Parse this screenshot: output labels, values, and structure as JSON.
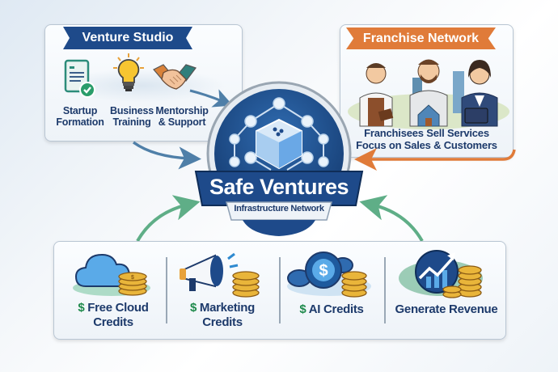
{
  "center": {
    "title": "Safe Ventures",
    "subtitle": "Infrastructure Network",
    "icon": "network-cube-icon",
    "color": "#1f4f8c"
  },
  "venture_studio": {
    "title": "Venture Studio",
    "banner_color": "#1e4a8a",
    "items": [
      {
        "icon": "document-check-icon",
        "label_line1": "Startup",
        "label_line2": "Formation"
      },
      {
        "icon": "lightbulb-icon",
        "label_line1": "Business",
        "label_line2": "Training"
      },
      {
        "icon": "handshake-icon",
        "label_line1": "Mentorship",
        "label_line2": "& Support"
      }
    ]
  },
  "franchise_network": {
    "title": "Franchise Network",
    "banner_color": "#e07b39",
    "illustration": "franchisees-people-icon",
    "caption_line1": "Franchisees Sell Services",
    "caption_line2": "Focus on Sales & Customers"
  },
  "resources": {
    "items": [
      {
        "icon": "cloud-coins-icon",
        "currency": "$",
        "label_line1": "Free Cloud",
        "label_line2": "Credits"
      },
      {
        "icon": "megaphone-coins-icon",
        "currency": "$",
        "label_line1": "Marketing",
        "label_line2": "Credits"
      },
      {
        "icon": "ai-coins-icon",
        "currency": "$",
        "label_line1": "AI Credits",
        "label_line2": ""
      },
      {
        "icon": "revenue-chart-icon",
        "currency": "",
        "label_line1": "Generate Revenue",
        "label_line2": ""
      }
    ]
  },
  "arrows": {
    "studio_color": "#4f7fa8",
    "franchise_color": "#e07b39",
    "resources_color": "#5fae87"
  }
}
